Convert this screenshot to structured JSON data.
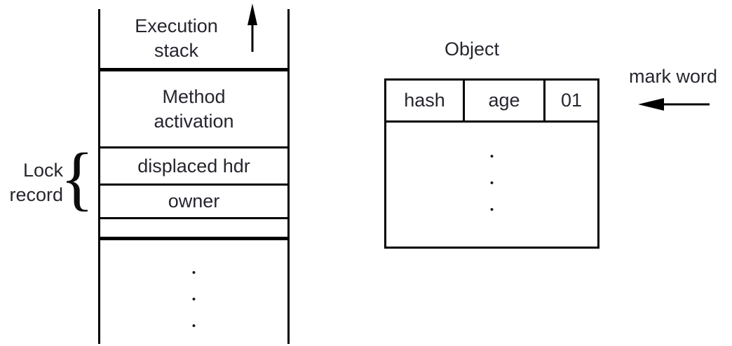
{
  "colors": {
    "line": "#000000",
    "text": "#26262f",
    "background": "#ffffff"
  },
  "stack": {
    "title": "Execution stack",
    "rows": [
      {
        "label": "Method activation"
      },
      {
        "label": "displaced hdr"
      },
      {
        "label": "owner"
      }
    ],
    "dots": [
      "•",
      "•",
      "•"
    ]
  },
  "lock_record": {
    "line1": "Lock",
    "line2": "record",
    "brace": "{"
  },
  "object": {
    "title": "Object",
    "header_cells": [
      "hash",
      "age",
      "01"
    ],
    "dots": [
      "•",
      "•",
      "•"
    ]
  },
  "mark_word": {
    "label": "mark word"
  }
}
